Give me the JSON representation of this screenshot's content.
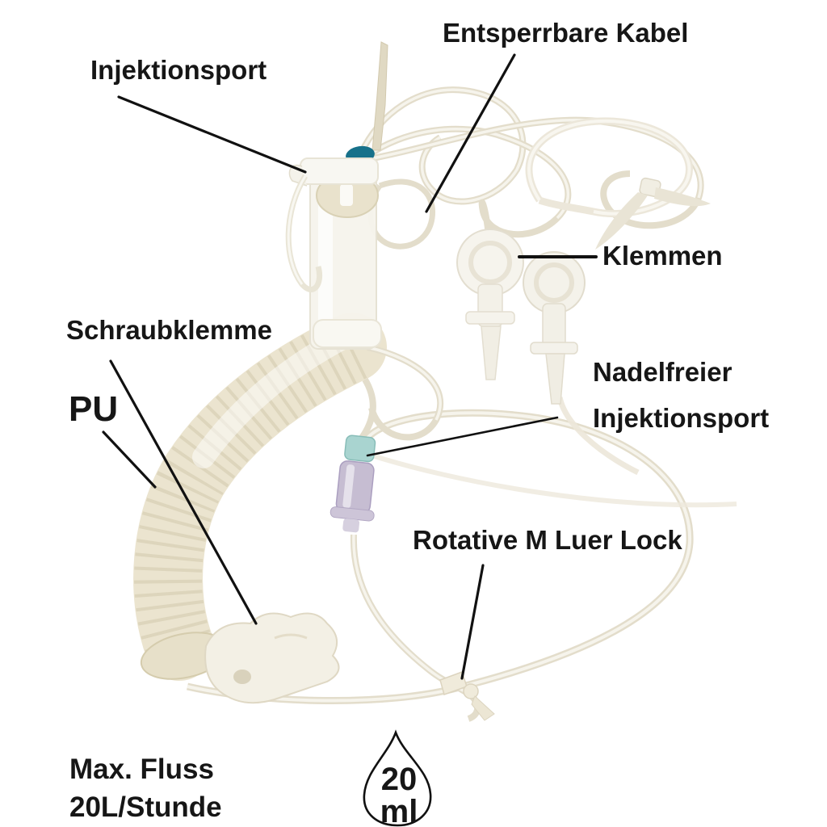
{
  "diagram": {
    "type": "labeled-product-diagram",
    "subject": "IV infusion set with coiled PU tubing",
    "language": "de",
    "labels": {
      "injection_port": "Injektionsport",
      "releasable_cables": "Entsperrbare Kabel",
      "clamps": "Klemmen",
      "screw_clamp": "Schraubklemme",
      "pu": "PU",
      "needle_free_line1": "Nadelfreier",
      "needle_free_line2": "Injektionsport",
      "rotative_luer_lock": "Rotative M Luer Lock",
      "max_flow_line1": "Max. Fluss",
      "max_flow_line2": "20L/Stunde"
    },
    "drop_icon": {
      "volume_value": "20",
      "volume_unit": "ml"
    },
    "colors": {
      "background": "#ffffff",
      "label_text": "#161616",
      "leader_line": "#111111",
      "tube_outer": "#e3ddcb",
      "tube_inner": "#f6f4ec",
      "coil": "#ebe4cf",
      "coil_ring": "#cdc4a5",
      "plastic_white": "#f4f2ea",
      "drip_chamber_cap_teal": "#17718a",
      "port_band_teal": "#a9d4d0",
      "port_body_lavender": "#c6bdd2"
    }
  }
}
